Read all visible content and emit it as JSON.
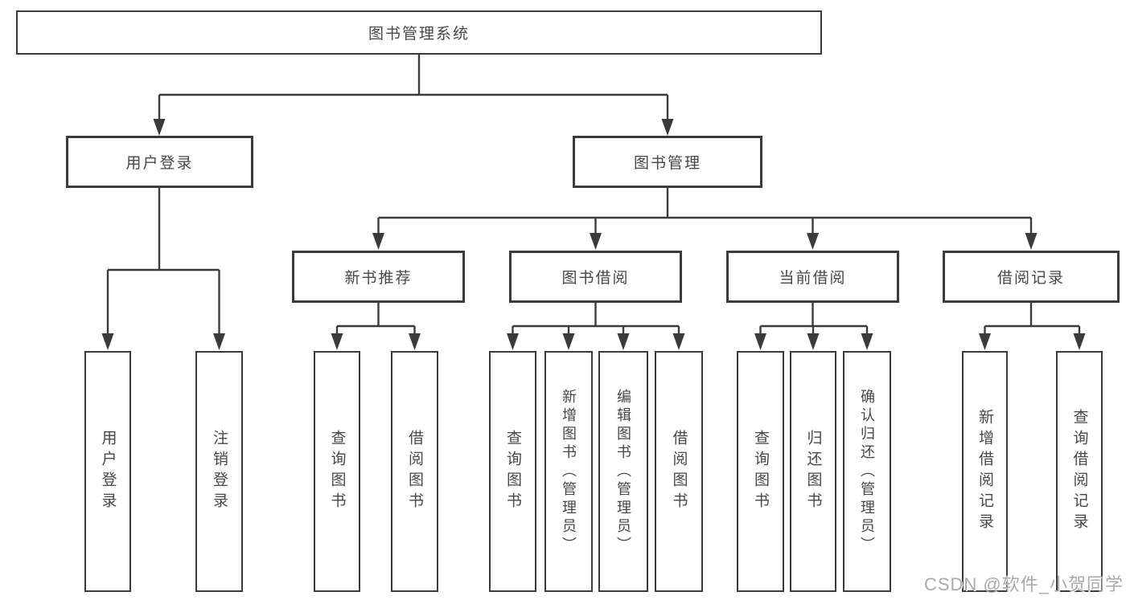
{
  "nodes": {
    "root": {
      "label": "图书管理系统"
    },
    "user_login": {
      "label": "用户登录"
    },
    "book_management": {
      "label": "图书管理"
    },
    "new_book_recommend": {
      "label": "新书推荐"
    },
    "book_borrowing": {
      "label": "图书借阅"
    },
    "current_borrowing": {
      "label": "当前借阅"
    },
    "borrowing_records": {
      "label": "借阅记录"
    },
    "leaf_user_login": {
      "label": "用户登录"
    },
    "leaf_logout": {
      "label": "注销登录"
    },
    "leaf_rec_query_books": {
      "label": "查询图书"
    },
    "leaf_rec_borrow_books": {
      "label": "借阅图书"
    },
    "leaf_bor_query_books": {
      "label": "查询图书"
    },
    "leaf_bor_add_books": {
      "label": "新增图书（管理员）"
    },
    "leaf_bor_edit_books": {
      "label": "编辑图书（管理员）"
    },
    "leaf_bor_borrow_books": {
      "label": "借阅图书"
    },
    "leaf_cur_query_books": {
      "label": "查询图书"
    },
    "leaf_cur_return_books": {
      "label": "归还图书"
    },
    "leaf_cur_confirm_return": {
      "label": "确认归还（管理员）"
    },
    "leaf_records_add": {
      "label": "新增借阅记录"
    },
    "leaf_records_query": {
      "label": "查询借阅记录"
    }
  },
  "watermark": {
    "text": "CSDN @软件_小贺同学"
  },
  "colors": {
    "line": "#3b3b3b",
    "text": "#474747",
    "watermark": "#a9a9a9",
    "background": "#ffffff"
  }
}
